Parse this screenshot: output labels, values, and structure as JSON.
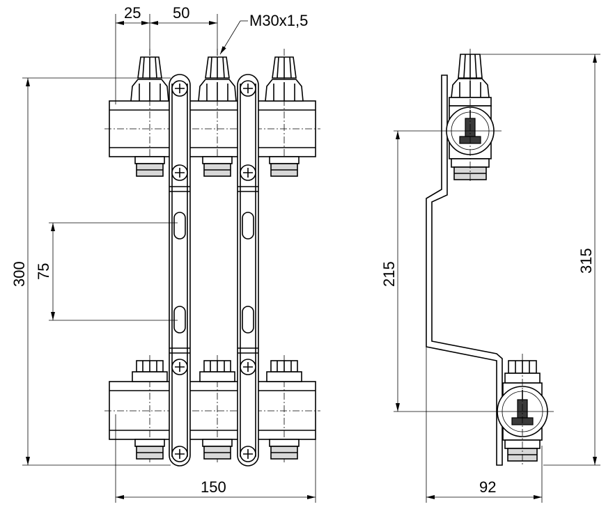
{
  "dimensions": {
    "top_left": "25",
    "top_mid": "50",
    "thread": "M30x1,5",
    "height_left": "300",
    "slot_spacing": "75",
    "width_bottom": "150",
    "side_height_inner": "215",
    "side_height_outer": "315",
    "side_depth": "92"
  }
}
